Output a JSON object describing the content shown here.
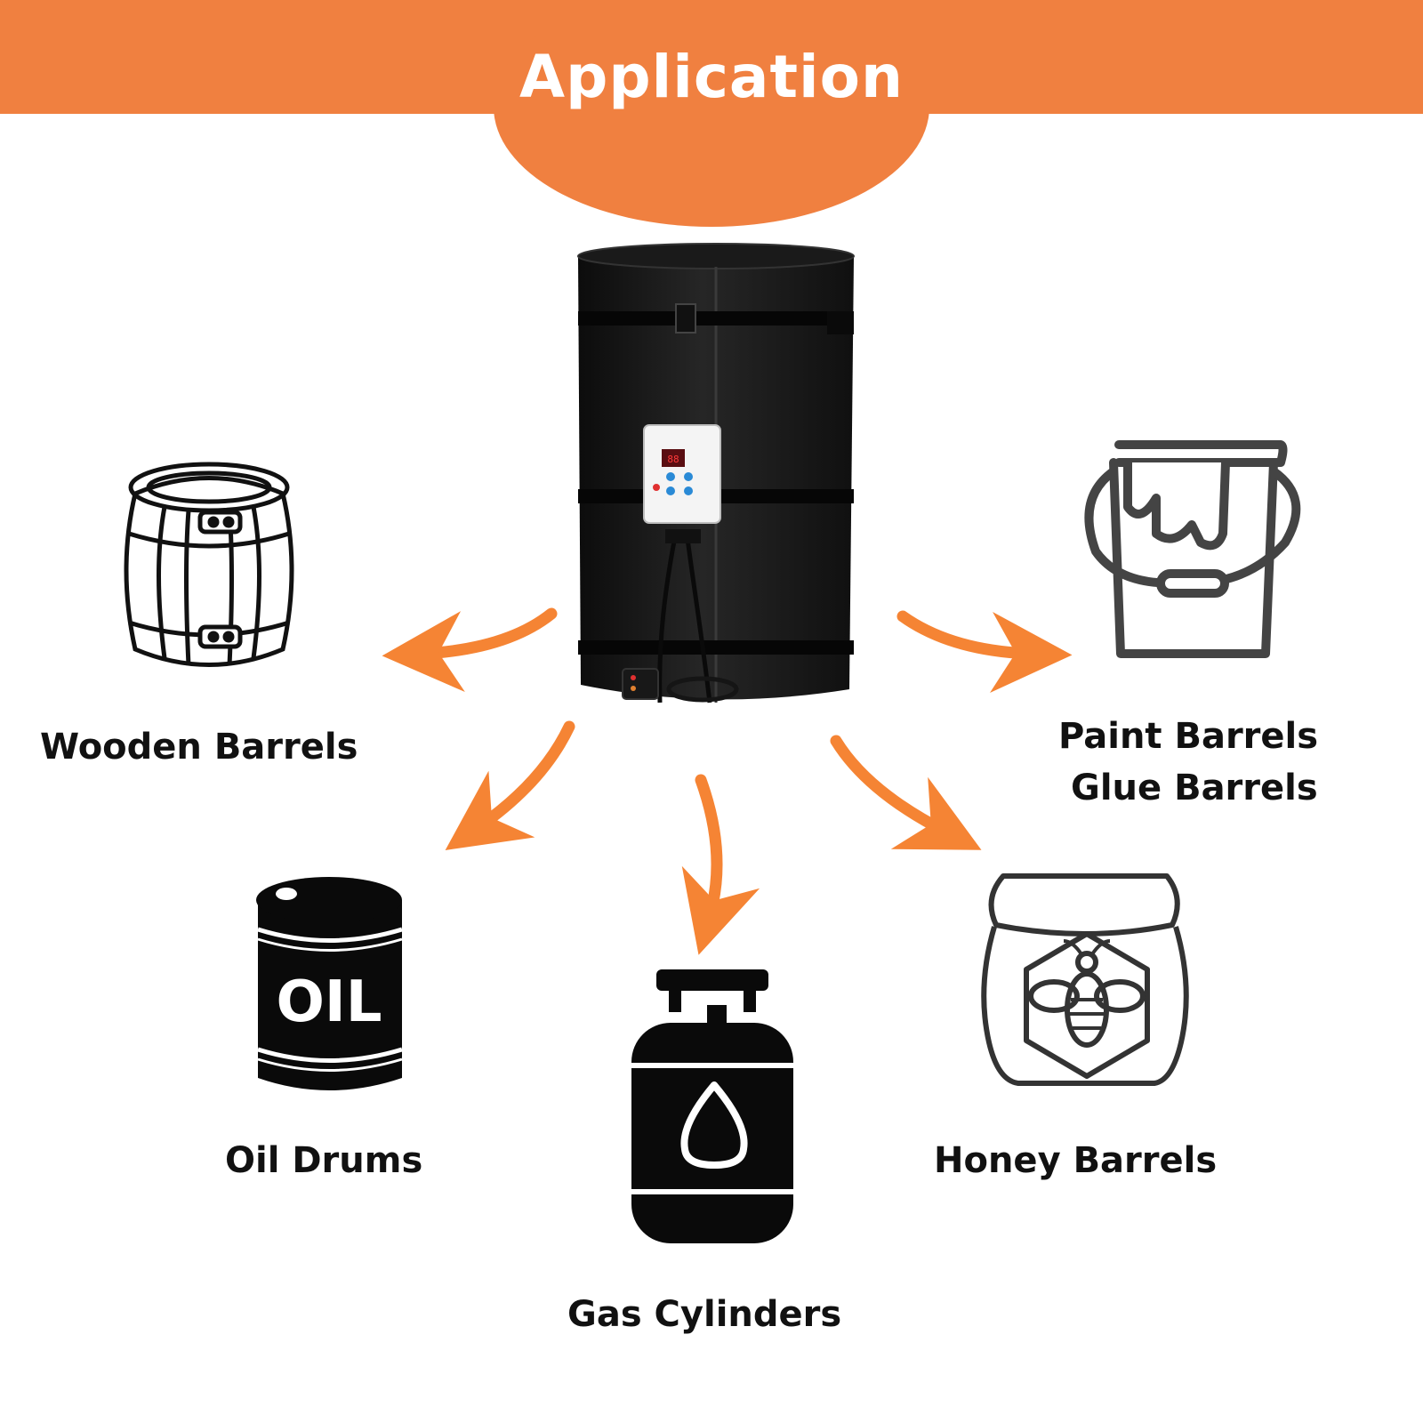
{
  "header": {
    "title": "Application",
    "color": "#F08040"
  },
  "arrow_color": "#F58434",
  "product": {
    "icon": "drum-heater-jacket",
    "controller_icon": "digital-thermostat-controller"
  },
  "applications": [
    {
      "label": "Wooden Barrels",
      "icon": "wooden-barrel-icon"
    },
    {
      "label": "Oil Drums",
      "icon": "oil-drum-icon",
      "icon_text": "OIL"
    },
    {
      "label": "Gas Cylinders",
      "icon": "gas-cylinder-icon"
    },
    {
      "label": "Honey Barrels",
      "icon": "honey-jar-icon"
    },
    {
      "label_lines": [
        "Paint Barrels",
        "Glue Barrels"
      ],
      "icon": "paint-bucket-icon"
    }
  ]
}
